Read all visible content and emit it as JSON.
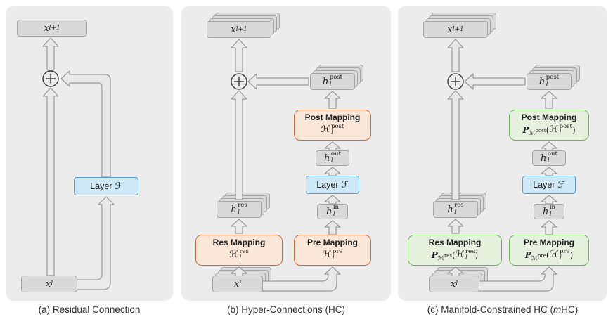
{
  "colors": {
    "panel_bg": "#ececec",
    "box_gray_fill": "#d9d9d9",
    "box_gray_border": "#a6a6a6",
    "layer_blue_fill": "#cfe8f7",
    "layer_blue_border": "#5c9fc5",
    "hc_orange_fill": "#fbe7d8",
    "hc_orange_border": "#cd6a3e",
    "mhc_green_fill": "#e6f2de",
    "mhc_green_border": "#6fb257",
    "arrow_fill": "#e9e9e9",
    "arrow_border": "#9a9a9a"
  },
  "panels": {
    "a": {
      "caption": "(a) Residual Connection",
      "x_next": {
        "base": "x",
        "sub": "l+1"
      },
      "layer": {
        "label": "Layer",
        "f": "ℱ"
      },
      "x_in": {
        "base": "x",
        "sub": "l"
      }
    },
    "b": {
      "caption": "(b) Hyper-Connections (HC)",
      "x_next": {
        "base": "x",
        "sub": "l+1"
      },
      "h_post": {
        "base": "h",
        "sup": "post",
        "sub": "l"
      },
      "post_mapping": {
        "title": "Post Mapping",
        "h": "ℋ",
        "sup": "post",
        "sub": "l"
      },
      "h_out": {
        "base": "h",
        "sup": "out",
        "sub": "l"
      },
      "layer": {
        "label": "Layer",
        "f": "ℱ"
      },
      "h_in": {
        "base": "h",
        "sup": "in",
        "sub": "l"
      },
      "h_res": {
        "base": "h",
        "sup": "res",
        "sub": "l"
      },
      "res_mapping": {
        "title": "Res Mapping",
        "h": "ℋ",
        "sup": "res",
        "sub": "l"
      },
      "pre_mapping": {
        "title": "Pre Mapping",
        "h": "ℋ",
        "sup": "pre",
        "sub": "l"
      },
      "x_in": {
        "base": "x",
        "sub": "l"
      }
    },
    "c": {
      "caption_parts": {
        "pre": "(c) Manifold-Constrained HC (",
        "m": "m",
        "post": "HC)"
      },
      "x_next": {
        "base": "x",
        "sub": "l+1"
      },
      "h_post": {
        "base": "h",
        "sup": "post",
        "sub": "l"
      },
      "post_mapping": {
        "title": "Post Mapping",
        "p": "P",
        "m": "ℳ",
        "msup": "post",
        "open": "(",
        "h": "ℋ",
        "hsup": "post",
        "hsub": "l",
        "close": ")"
      },
      "h_out": {
        "base": "h",
        "sup": "out",
        "sub": "l"
      },
      "layer": {
        "label": "Layer",
        "f": "ℱ"
      },
      "h_in": {
        "base": "h",
        "sup": "in",
        "sub": "l"
      },
      "h_res": {
        "base": "h",
        "sup": "res",
        "sub": "l"
      },
      "res_mapping": {
        "title": "Res Mapping",
        "p": "P",
        "m": "ℳ",
        "msup": "res",
        "open": "(",
        "h": "ℋ",
        "hsup": "res",
        "hsub": "l",
        "close": ")"
      },
      "pre_mapping": {
        "title": "Pre Mapping",
        "p": "P",
        "m": "ℳ",
        "msup": "pre",
        "open": "(",
        "h": "ℋ",
        "hsup": "pre",
        "hsub": "l",
        "close": ")"
      },
      "x_in": {
        "base": "x",
        "sub": "l"
      }
    }
  }
}
